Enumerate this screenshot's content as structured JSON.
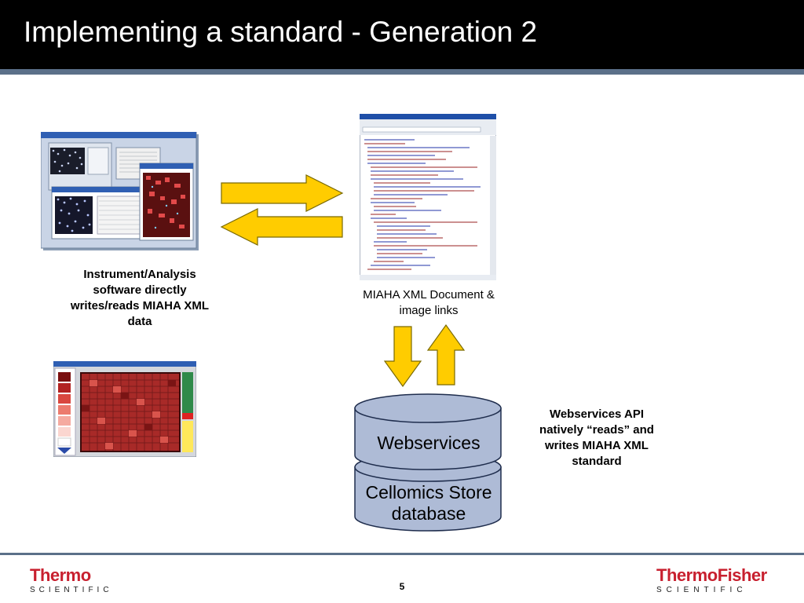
{
  "slide": {
    "title": "Implementing a standard - Generation 2",
    "page_number": "5"
  },
  "captions": {
    "instrument": "Instrument/Analysis software directly writes/reads MIAHA XML data",
    "xml_document": "MIAHA XML Document & image links",
    "webservices_note": "Webservices API natively “reads”  and writes MIAHA XML standard"
  },
  "database": {
    "top_label": "Webservices",
    "bottom_label": "Cellomics Store database"
  },
  "logos": {
    "left_word": "Thermo",
    "left_sub": "SCIENTIFIC",
    "right_word_a": "Thermo",
    "right_word_b": "Fisher",
    "right_sub": "SCIENTIFIC"
  },
  "colors": {
    "title_bar": "#000000",
    "rule": "#5b7089",
    "arrow_fill": "#ffcc00",
    "arrow_stroke": "#7a6a00",
    "cylinder_fill": "#aebbd6",
    "brand_red": "#c8202f"
  },
  "icons": {
    "arrow_right": "arrow-right-icon",
    "arrow_left": "arrow-left-icon",
    "arrow_down": "arrow-down-icon",
    "arrow_up": "arrow-up-icon"
  }
}
